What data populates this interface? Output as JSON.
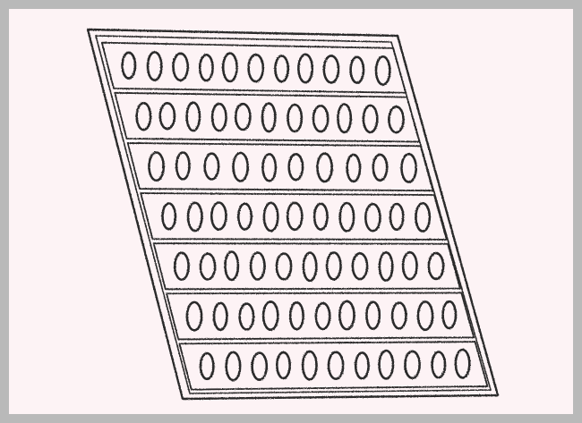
{
  "figure": {
    "type": "line-drawing",
    "rows": [
      {
        "cells": 11
      },
      {
        "cells": 11
      },
      {
        "cells": 10
      },
      {
        "cells": 11
      },
      {
        "cells": 11
      },
      {
        "cells": 11
      },
      {
        "cells": 11
      }
    ],
    "colors": {
      "frame": "#b9b9b9",
      "background": "#fdf3f5",
      "ink": "#2a2a2a"
    }
  }
}
